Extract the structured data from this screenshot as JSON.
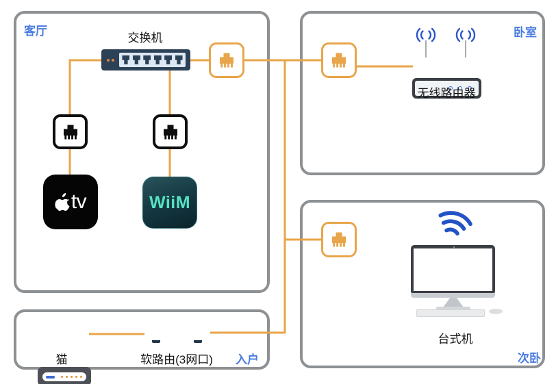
{
  "diagram": {
    "type": "home-network-topology",
    "rooms": {
      "living": {
        "label": "客厅"
      },
      "bedroom": {
        "label": "卧室"
      },
      "second_bedroom": {
        "label": "次卧"
      },
      "entry": {
        "label": "入户"
      }
    },
    "devices": {
      "switch": {
        "label": "交换机"
      },
      "wireless_router": {
        "label": "无线路由器"
      },
      "desktop": {
        "label": "台式机"
      },
      "modem": {
        "label": "猫"
      },
      "soft_router": {
        "label": "软路由(3网口)"
      },
      "apple_tv": {
        "label": "tv"
      },
      "wiim": {
        "label": "WiiM"
      }
    },
    "icons": [
      "ethernet-port-icon",
      "wifi-icon",
      "antenna-signal-icon",
      "apple-logo-icon"
    ],
    "connections": [
      {
        "from": "modem",
        "to": "soft_router"
      },
      {
        "from": "soft_router",
        "to": "wall_port_living"
      },
      {
        "from": "soft_router",
        "to": "wall_port_second_bedroom"
      },
      {
        "from": "wall_port_living",
        "to": "switch"
      },
      {
        "from": "wall_port_living",
        "to": "wall_port_bedroom"
      },
      {
        "from": "wall_port_bedroom",
        "to": "wireless_router"
      },
      {
        "from": "switch",
        "to": "ethernet_port_1"
      },
      {
        "from": "ethernet_port_1",
        "to": "apple_tv"
      },
      {
        "from": "switch",
        "to": "ethernet_port_2"
      },
      {
        "from": "ethernet_port_2",
        "to": "wiim"
      }
    ],
    "colors": {
      "cable": "#E8A54A",
      "port_orange": "#E8A54A",
      "port_black": "#111111",
      "room_border": "#8E9193",
      "room_label": "#4A7BE0",
      "wifi_blue": "#2353C4",
      "device_navy": "#2D4156",
      "wiim_text": "#57E2C2"
    }
  }
}
